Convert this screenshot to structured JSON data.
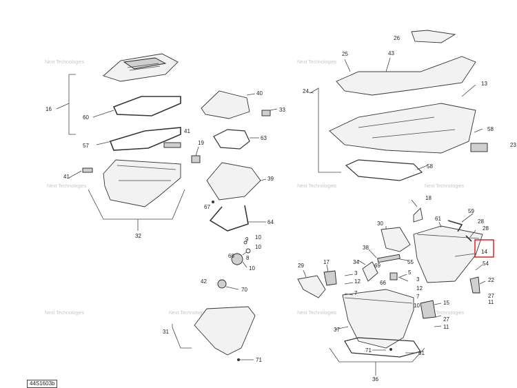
{
  "watermark": "Next Technologies",
  "reference_code": "44S1603b",
  "highlighted_part": "14",
  "callouts": [
    "16",
    "60",
    "57",
    "41",
    "40",
    "33",
    "63",
    "19",
    "39",
    "67",
    "64",
    "32",
    "9",
    "10",
    "68",
    "8",
    "42",
    "70",
    "31",
    "71",
    "26",
    "25",
    "43",
    "24",
    "13",
    "58",
    "23",
    "18",
    "30",
    "61",
    "59",
    "28",
    "38",
    "34",
    "69",
    "55",
    "29",
    "17",
    "3",
    "12",
    "7",
    "66",
    "5",
    "54",
    "22",
    "27",
    "11",
    "15",
    "37",
    "36"
  ],
  "colors": {
    "line": "#333333",
    "highlight": "#e01010",
    "watermark": "#999999"
  }
}
